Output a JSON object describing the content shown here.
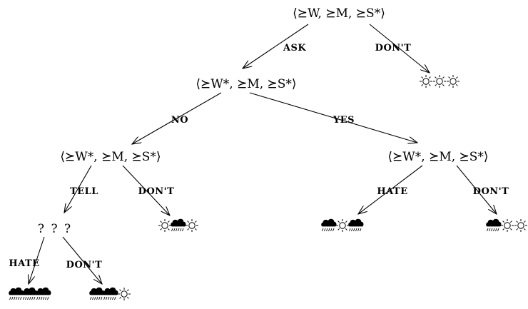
{
  "nodes": {
    "root": {
      "label": "⟨⪰W, ⪰M, ⪰S*⟩"
    },
    "after_ask": {
      "label": "⟨⪰W*, ⪰M, ⪰S*⟩"
    },
    "after_no": {
      "label": "⟨⪰W*, ⪰M, ⪰S*⟩"
    },
    "after_yes": {
      "label": "⟨⪰W*, ⪰M, ⪰S*⟩"
    },
    "after_tell": {
      "label": "? ? ?"
    }
  },
  "edges": {
    "ask": "ASK",
    "root_dont": "DON'T",
    "no": "NO",
    "yes": "YES",
    "tell": "TELL",
    "no_dont": "DON'T",
    "yes_hate": "HATE",
    "yes_dont": "DON'T",
    "tell_hate": "HATE",
    "tell_dont": "DON'T"
  },
  "outcomes": {
    "root_dont": [
      "sun-icon",
      "sun-icon",
      "sun-icon"
    ],
    "no_dont": [
      "sun-icon",
      "rain-cloud-icon",
      "sun-icon"
    ],
    "yes_hate": [
      "rain-cloud-icon",
      "sun-icon",
      "rain-cloud-icon"
    ],
    "yes_dont": [
      "rain-cloud-icon",
      "sun-icon",
      "sun-icon"
    ],
    "tell_hate": [
      "rain-cloud-icon",
      "rain-cloud-icon",
      "rain-cloud-icon"
    ],
    "tell_dont": [
      "rain-cloud-icon",
      "rain-cloud-icon",
      "sun-icon"
    ]
  }
}
